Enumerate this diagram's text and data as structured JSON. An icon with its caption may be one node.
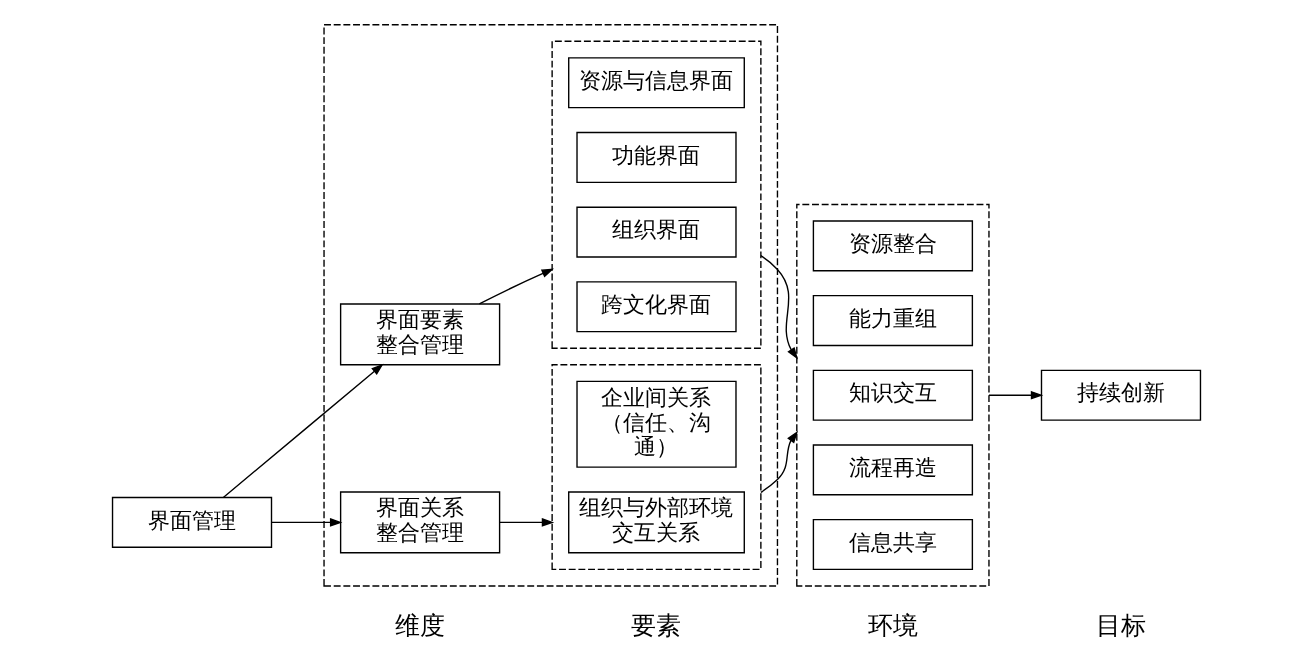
{
  "diagram": {
    "nodes": [
      {
        "text": [
          "界面管理"
        ]
      },
      {
        "text": [],
        "shape": "box"
      },
      {
        "text": [
          "界面要素整合管理"
        ],
        "in": 1
      },
      {
        "text": [],
        "shape": "box",
        "in": 1
      },
      {
        "text": [
          "资源与信息界面"
        ],
        "in": 3
      },
      {
        "text": [
          "功能界面"
        ],
        "in": 3
      },
      {
        "text": [
          "组织界面"
        ],
        "in": 3
      },
      {
        "text": [
          "跨文化界面"
        ],
        "in": 3
      },
      {
        "text": [
          "界面关系整合管理"
        ],
        "in": 1
      },
      {
        "text": [],
        "shape": "box",
        "in": 1
      },
      {
        "text": [
          "企业间关系（信任、沟通）"
        ],
        "in": 9
      },
      {
        "text": [
          "组织与外部环境交互关系"
        ],
        "in": 9
      },
      {
        "text": [],
        "shape": "box"
      },
      {
        "text": [
          "资源整合"
        ],
        "in": 12
      },
      {
        "text": [
          "能力重组"
        ],
        "in": 12
      },
      {
        "text": [
          "知识交互"
        ],
        "in": 12
      },
      {
        "text": [
          "流程再造"
        ],
        "in": 12
      },
      {
        "text": [
          "信息共享"
        ],
        "in": 12
      },
      {
        "text": [
          "持续创新"
        ]
      }
    ],
    "edges": [
      {
        "from": 0,
        "to": 2,
        "arrow": "to"
      },
      {
        "from": 0,
        "to": 8,
        "arrow": "to"
      },
      {
        "from": 2,
        "to": 3,
        "arrow": "to"
      },
      {
        "from": 8,
        "to": 9,
        "arrow": "to"
      },
      {
        "from": 3,
        "to": 12,
        "arrow": "to"
      },
      {
        "from": 9,
        "to": 12,
        "arrow": "to"
      },
      {
        "from": 12,
        "to": 18,
        "arrow": "to"
      }
    ],
    "labels": [
      "维度",
      "要素",
      "环境",
      "目标"
    ]
  }
}
